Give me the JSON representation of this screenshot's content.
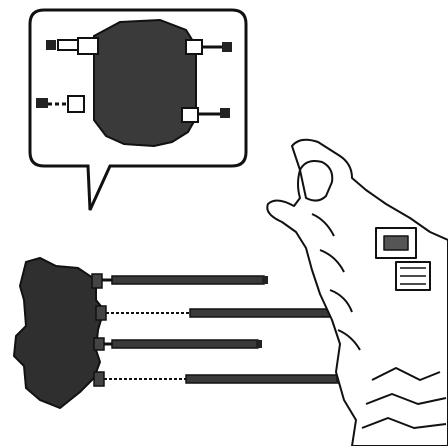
{
  "figure": {
    "callout_bubble": "speech-bubble",
    "device_icon": "cable-plug-icon",
    "cables_count": 4,
    "accessory": "hand-with-cable-connector"
  }
}
